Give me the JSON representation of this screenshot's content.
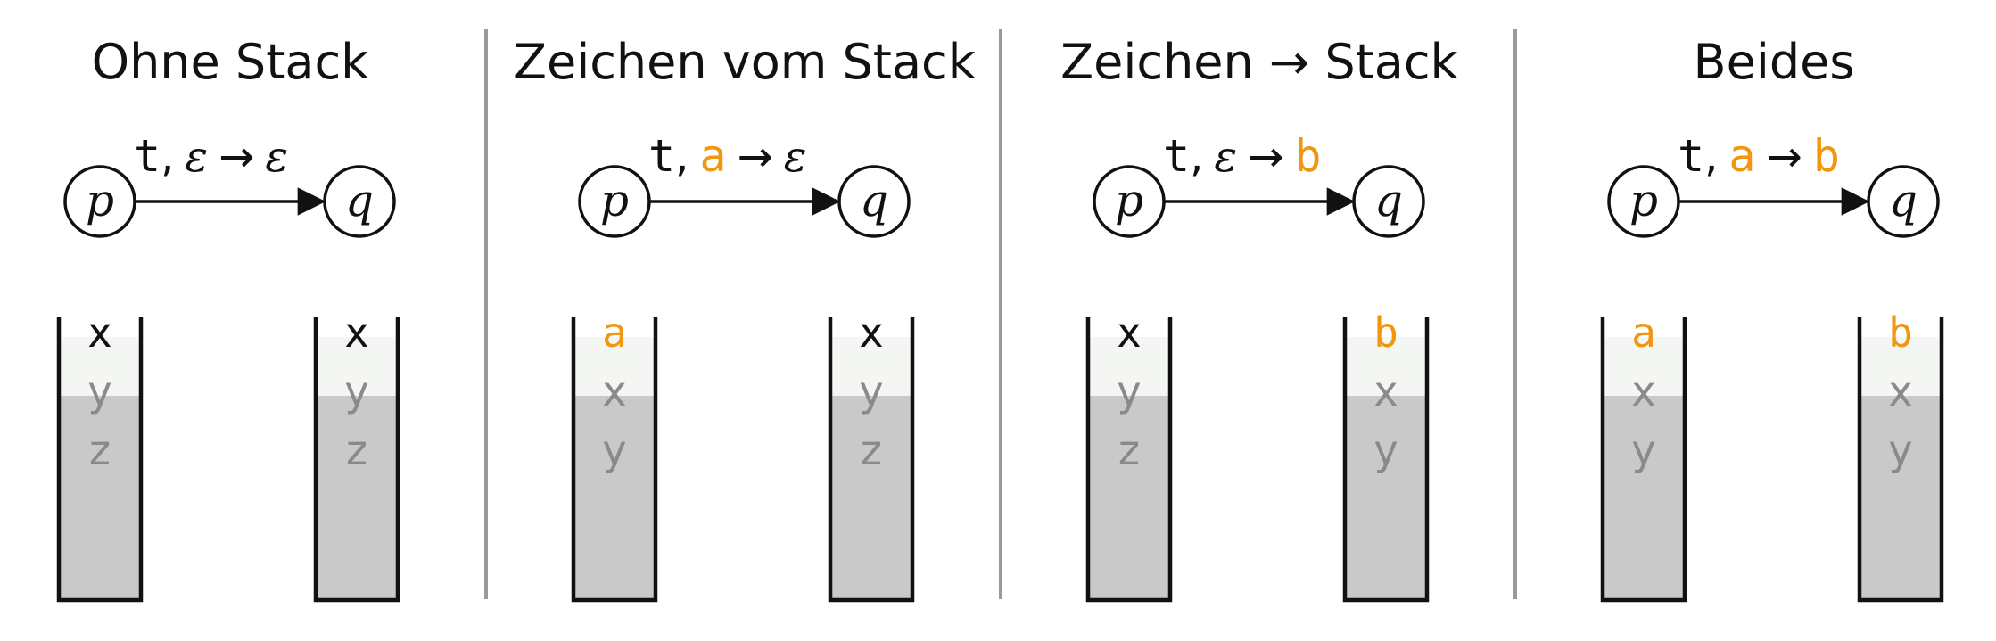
{
  "colors": {
    "accent": "#f0960f",
    "text": "#111111",
    "faded": "#8a8a8a",
    "stack_fill": "#c9c9c9",
    "stack_light": "#f4f6f3",
    "divider": "#9a9a9a"
  },
  "panels": [
    {
      "title": "Ohne Stack",
      "transition": {
        "input": "t",
        "sep": ",",
        "pop": "ε",
        "arrow": "→",
        "push": "ε",
        "pop_highlight": false,
        "push_highlight": false
      },
      "from_state": "p",
      "to_state": "q",
      "stack_before": [
        {
          "value": "x",
          "style": "normal"
        },
        {
          "value": "y",
          "style": "faded"
        },
        {
          "value": "z",
          "style": "faded"
        }
      ],
      "stack_after": [
        {
          "value": "x",
          "style": "normal"
        },
        {
          "value": "y",
          "style": "faded"
        },
        {
          "value": "z",
          "style": "faded"
        }
      ]
    },
    {
      "title": "Zeichen vom Stack",
      "transition": {
        "input": "t",
        "sep": ",",
        "pop": "a",
        "arrow": "→",
        "push": "ε",
        "pop_highlight": true,
        "push_highlight": false
      },
      "from_state": "p",
      "to_state": "q",
      "stack_before": [
        {
          "value": "a",
          "style": "accent"
        },
        {
          "value": "x",
          "style": "faded"
        },
        {
          "value": "y",
          "style": "faded"
        }
      ],
      "stack_after": [
        {
          "value": "x",
          "style": "normal"
        },
        {
          "value": "y",
          "style": "faded"
        },
        {
          "value": "z",
          "style": "faded"
        }
      ]
    },
    {
      "title": "Zeichen → Stack",
      "transition": {
        "input": "t",
        "sep": ",",
        "pop": "ε",
        "arrow": "→",
        "push": "b",
        "pop_highlight": false,
        "push_highlight": true
      },
      "from_state": "p",
      "to_state": "q",
      "stack_before": [
        {
          "value": "x",
          "style": "normal"
        },
        {
          "value": "y",
          "style": "faded"
        },
        {
          "value": "z",
          "style": "faded"
        }
      ],
      "stack_after": [
        {
          "value": "b",
          "style": "accent"
        },
        {
          "value": "x",
          "style": "faded"
        },
        {
          "value": "y",
          "style": "faded"
        }
      ]
    },
    {
      "title": "Beides",
      "transition": {
        "input": "t",
        "sep": ",",
        "pop": "a",
        "arrow": "→",
        "push": "b",
        "pop_highlight": true,
        "push_highlight": true
      },
      "from_state": "p",
      "to_state": "q",
      "stack_before": [
        {
          "value": "a",
          "style": "accent"
        },
        {
          "value": "x",
          "style": "faded"
        },
        {
          "value": "y",
          "style": "faded"
        }
      ],
      "stack_after": [
        {
          "value": "b",
          "style": "accent"
        },
        {
          "value": "x",
          "style": "faded"
        },
        {
          "value": "y",
          "style": "faded"
        }
      ]
    }
  ]
}
